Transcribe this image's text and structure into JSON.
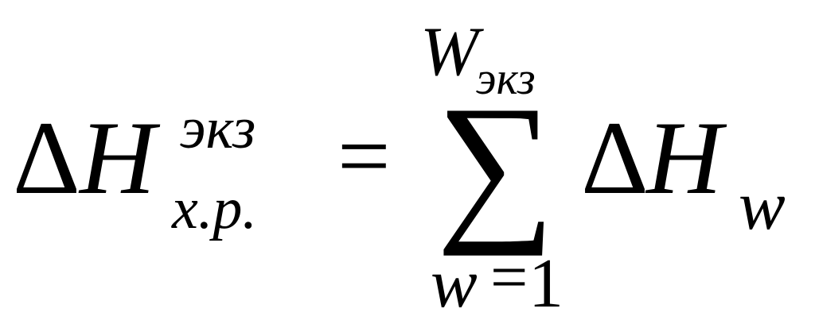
{
  "formula": {
    "lhs": {
      "delta": "Δ",
      "variable": "H",
      "superscript": "экз",
      "subscript": "x.p."
    },
    "equals": "=",
    "sum": {
      "symbol": "∑",
      "upper_limit": {
        "variable": "W",
        "subscript": "экз"
      },
      "lower_limit": {
        "variable": "w",
        "equals": "=",
        "value": "1"
      }
    },
    "rhs": {
      "delta": "Δ",
      "variable": "H",
      "subscript": "w"
    }
  }
}
